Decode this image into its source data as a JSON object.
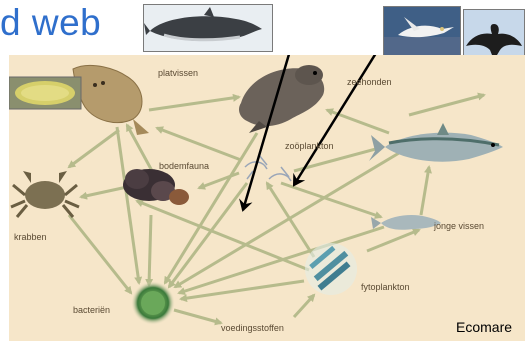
{
  "title": "d web",
  "credit": "Ecomare",
  "labels": {
    "platvissen": "platvissen",
    "zeehonden": "zeehonden",
    "zooplankton": "zoöplankton",
    "bodemfauna": "bodemfauna",
    "krabben": "krabben",
    "jonge_vissen": "jonge vissen",
    "fytoplankton": "fytoplankton",
    "bacterien": "bacteriën",
    "voedingsstoffen": "voedingsstoffen"
  },
  "colors": {
    "title": "#2f6fcc",
    "panel_background": "#f6e6c9",
    "arrow": "#b6bb8c",
    "highlight_arrow": "#000000"
  }
}
